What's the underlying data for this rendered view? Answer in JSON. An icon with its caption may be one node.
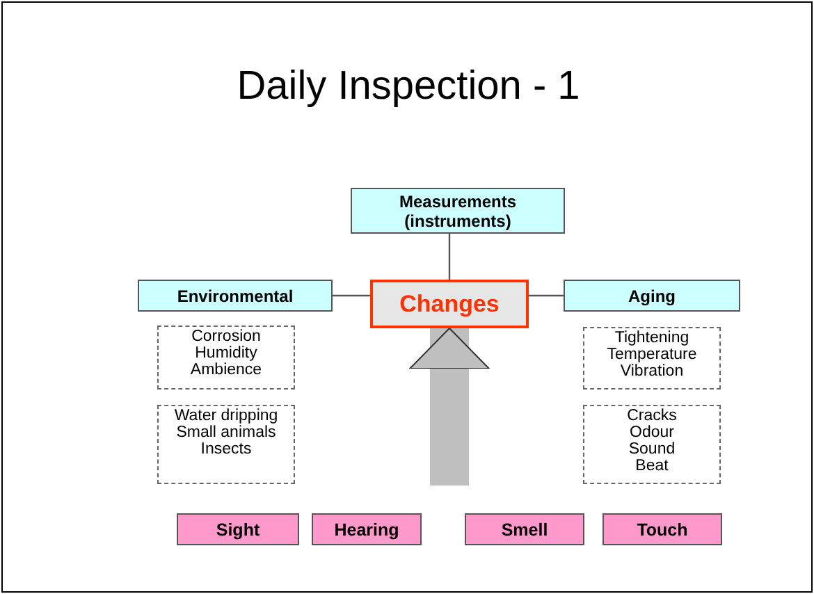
{
  "diagram": {
    "title": "Daily Inspection - 1",
    "nodes": [
      {
        "text": [
          "Measurements (instruments)"
        ]
      },
      {
        "text": [
          "Environmental"
        ]
      },
      {
        "text": [
          "Changes"
        ]
      },
      {
        "text": [
          "Aging"
        ]
      },
      {
        "text": [
          "Corrosion Humidity Ambience"
        ]
      },
      {
        "text": [
          "Tightening Temperature Vibration"
        ]
      },
      {
        "text": [
          "Water dripping Small animals Insects"
        ]
      },
      {
        "text": [
          "Cracks Odour Sound Beat"
        ]
      },
      {
        "text": [
          "Sight"
        ]
      },
      {
        "text": [
          "Hearing"
        ]
      },
      {
        "text": [
          "Smell"
        ]
      },
      {
        "text": [
          "Touch"
        ]
      }
    ],
    "edges": [
      {
        "from": 0,
        "to": 2,
        "arrow": "none"
      },
      {
        "from": 1,
        "to": 2,
        "arrow": "none"
      },
      {
        "from": 2,
        "to": 3,
        "arrow": "none"
      },
      {
        "from": null,
        "to": 2,
        "arrow": "to",
        "style": "thick",
        "color": "#bfbfbf"
      }
    ]
  }
}
